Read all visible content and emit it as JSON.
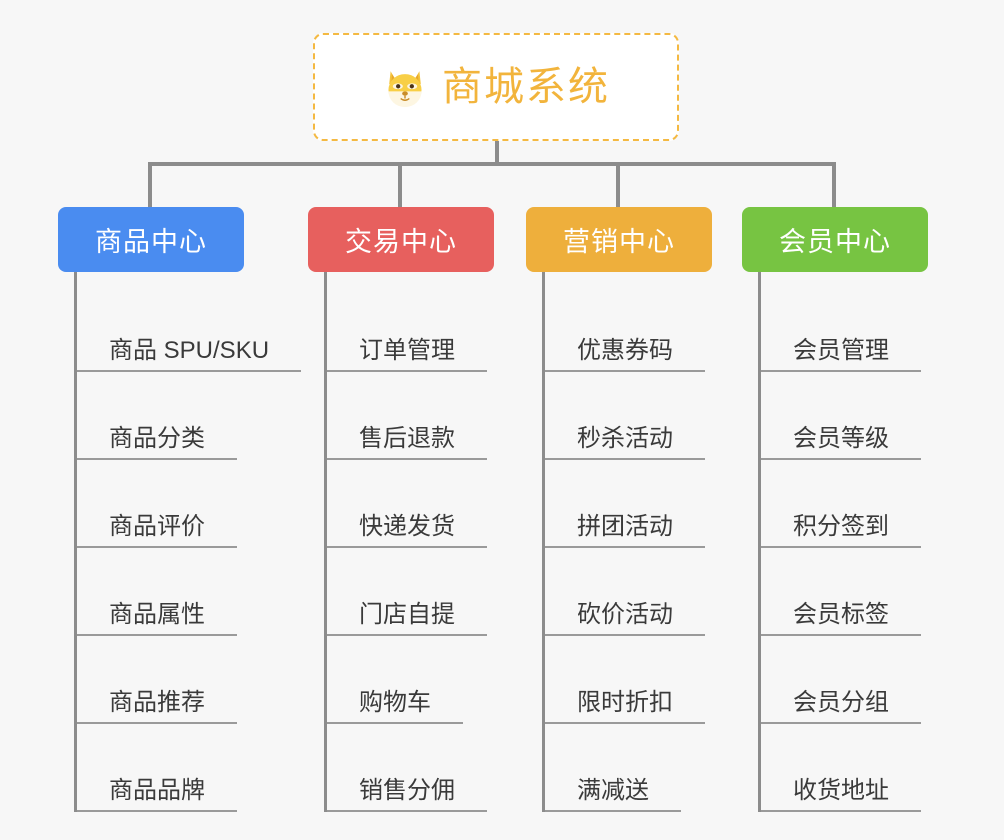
{
  "page": {
    "background_color": "#f7f7f7",
    "title": "商城系统功能架构图"
  },
  "root": {
    "icon": "shiba-dog-face-emoji",
    "emoji": "🐶",
    "label": "商城系统",
    "text_color": "#f2b43c",
    "border_color": "#f4b942",
    "background_color": "#ffffff"
  },
  "connector": {
    "color": "#8c8c8c"
  },
  "branches": [
    {
      "id": "product-center",
      "label": "商品中心",
      "color": "#4a8cf0",
      "items": [
        {
          "label": "商品 SPU/SKU"
        },
        {
          "label": "商品分类"
        },
        {
          "label": "商品评价"
        },
        {
          "label": "商品属性"
        },
        {
          "label": "商品推荐"
        },
        {
          "label": "商品品牌"
        }
      ]
    },
    {
      "id": "trade-center",
      "label": "交易中心",
      "color": "#e7605e",
      "items": [
        {
          "label": "订单管理"
        },
        {
          "label": "售后退款"
        },
        {
          "label": "快递发货"
        },
        {
          "label": "门店自提"
        },
        {
          "label": "购物车"
        },
        {
          "label": "销售分佣"
        }
      ]
    },
    {
      "id": "marketing-center",
      "label": "营销中心",
      "color": "#eeaf3c",
      "items": [
        {
          "label": "优惠券码"
        },
        {
          "label": "秒杀活动"
        },
        {
          "label": "拼团活动"
        },
        {
          "label": "砍价活动"
        },
        {
          "label": "限时折扣"
        },
        {
          "label": "满减送"
        }
      ]
    },
    {
      "id": "member-center",
      "label": "会员中心",
      "color": "#77c442",
      "items": [
        {
          "label": "会员管理"
        },
        {
          "label": "会员等级"
        },
        {
          "label": "积分签到"
        },
        {
          "label": "会员标签"
        },
        {
          "label": "会员分组"
        },
        {
          "label": "收货地址"
        }
      ]
    }
  ]
}
